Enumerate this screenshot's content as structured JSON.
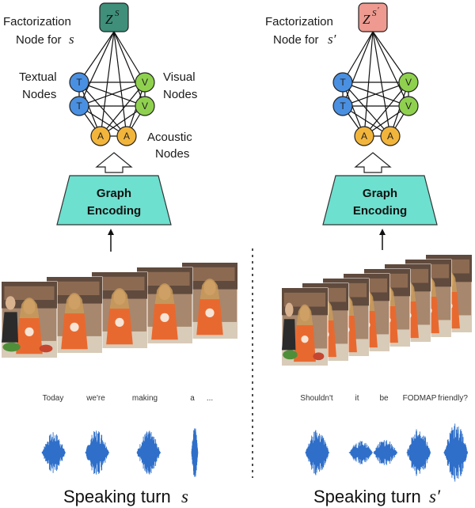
{
  "turns": [
    {
      "factor_label_line1": "Factorization",
      "factor_label_line2": "Node for",
      "factor_var": "s",
      "factor_node": {
        "base": "Z",
        "sup": "S",
        "prime": "",
        "color": "#3f8f7a"
      },
      "textual_label_1": "Textual",
      "textual_label_2": "Nodes",
      "visual_label_1": "Visual",
      "visual_label_2": "Nodes",
      "acoustic_label_1": "Acoustic",
      "acoustic_label_2": "Nodes",
      "node_letters": {
        "t": "T",
        "v": "V",
        "a": "A"
      },
      "encoder_line1": "Graph",
      "encoder_line2": "Encoding",
      "words": [
        "Today",
        "we're",
        "making",
        "a",
        "..."
      ],
      "caption": "Speaking turn",
      "caption_var": "s"
    },
    {
      "factor_label_line1": "Factorization",
      "factor_label_line2": "Node for",
      "factor_var": "s′",
      "factor_node": {
        "base": "Z",
        "sup": "S",
        "prime": "′",
        "color": "#ee9a90"
      },
      "textual_label_1": "",
      "textual_label_2": "",
      "visual_label_1": "",
      "visual_label_2": "",
      "acoustic_label_1": "",
      "acoustic_label_2": "",
      "node_letters": {
        "t": "T",
        "v": "V",
        "a": "A"
      },
      "encoder_line1": "Graph",
      "encoder_line2": "Encoding",
      "words": [
        "Shouldn't",
        "it",
        "be",
        "FODMAP",
        "friendly?"
      ],
      "caption": "Speaking turn",
      "caption_var": "s′"
    }
  ],
  "colors": {
    "textual_node": "#4a90e2",
    "visual_node": "#8fd14f",
    "acoustic_node": "#f2b53c",
    "encoder": "#6de0cf",
    "waveform": "#2f6fc9"
  }
}
